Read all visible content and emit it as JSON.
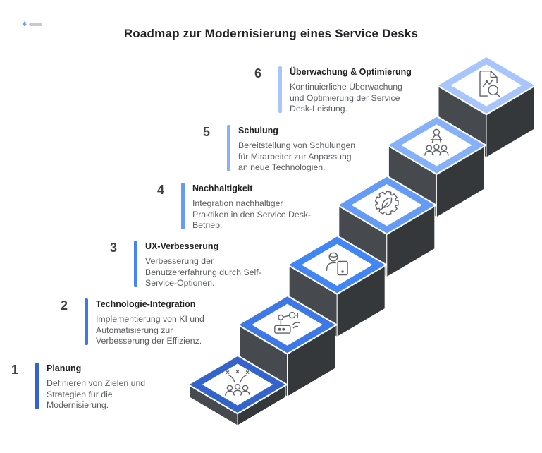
{
  "header": {
    "title": "Roadmap zur Modernisierung eines Service Desks"
  },
  "steps": [
    {
      "number": "1",
      "title": "Planung",
      "description": "Definieren von Zielen und\nStrategien für die\nModernisierung.",
      "accent": "#3463cb",
      "icon": "team-celebration-icon"
    },
    {
      "number": "2",
      "title": "Technologie-Integration",
      "description": "Implementierung von KI und\nAutomatisierung zur\nVerbesserung der Effizienz.",
      "accent": "#3e78e7",
      "icon": "robot-arm-icon"
    },
    {
      "number": "3",
      "title": "UX-Verbesserung",
      "description": "Verbesserung der\nBenutzererfahrung durch Self-\nService-Optionen.",
      "accent": "#4285f4",
      "icon": "person-tablet-icon"
    },
    {
      "number": "4",
      "title": "Nachhaltigkeit",
      "description": "Integration nachhaltiger\nPraktiken in den Service Desk-\nBetrieb.",
      "accent": "#639bf6",
      "icon": "gear-leaf-icon"
    },
    {
      "number": "5",
      "title": "Schulung",
      "description": "Bereitstellung von Schulungen\nfür Mitarbeiter zur Anpassung\nan neue Technologien.",
      "accent": "#86b0f8",
      "icon": "training-group-icon"
    },
    {
      "number": "6",
      "title": "Überwachung & Optimierung",
      "description": "Kontinuierliche Überwachung\nund Optimierung der Service\nDesk-Leistung.",
      "accent": "#a8c6fb",
      "icon": "report-search-icon"
    }
  ],
  "stairs": {
    "face_left": "#46494d",
    "face_right": "#35383b",
    "top_fill": "#ffffff",
    "outline": "#ffffff",
    "icon_stroke": "#5f6368"
  }
}
